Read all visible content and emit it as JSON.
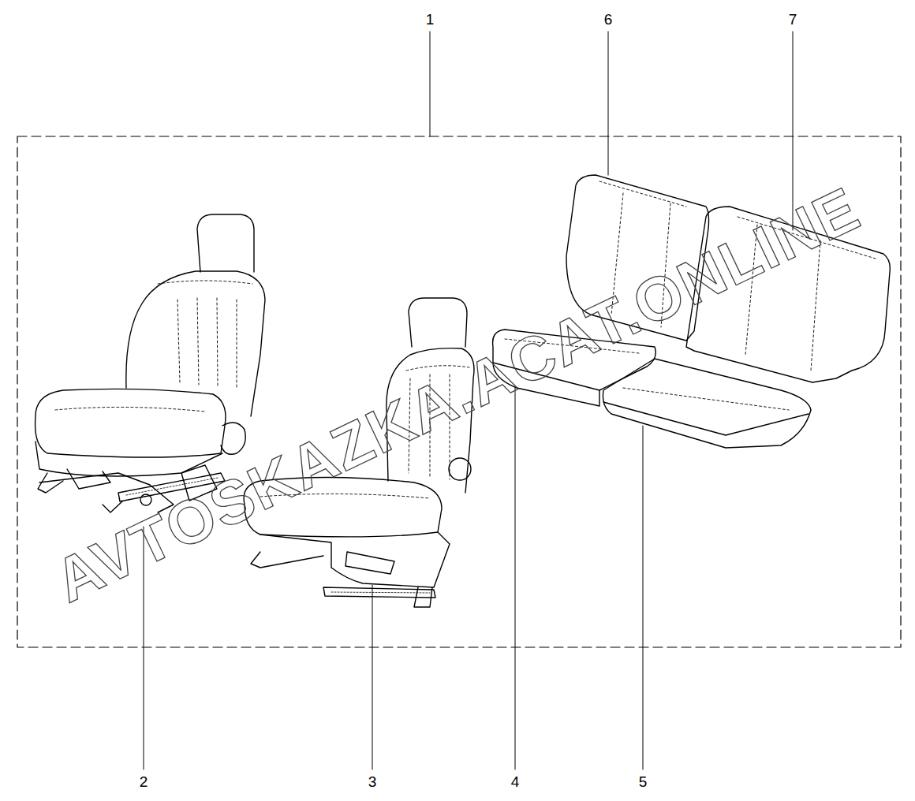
{
  "diagram": {
    "labels": [
      "1",
      "6",
      "7",
      "2",
      "3",
      "4",
      "5",
      "AVTOSKAZKA.ACAT.ONLINE"
    ]
  }
}
